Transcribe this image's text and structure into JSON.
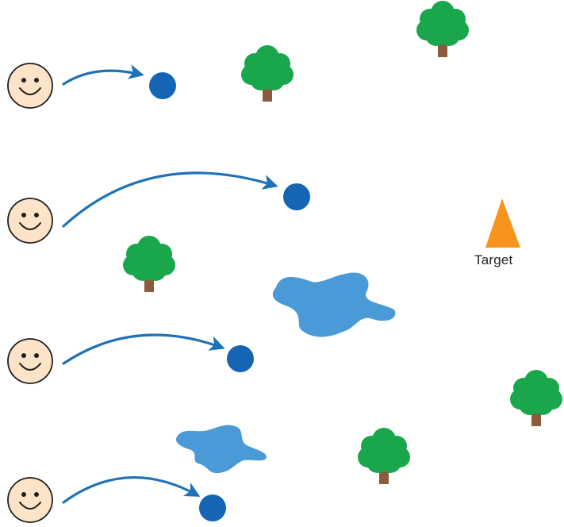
{
  "target": {
    "label": "Target"
  },
  "colors": {
    "face_fill": "#fde3c7",
    "face_stroke": "#1f1f1f",
    "arrow": "#1f72b8",
    "ball": "#1565b4",
    "tree_foliage": "#1aa64b",
    "tree_trunk": "#8c5a3c",
    "puddle": "#4a9ad8",
    "target_cone": "#f7941d"
  },
  "icons": {
    "person": "smiley-face-icon",
    "ball": "ball-icon",
    "tree": "tree-icon",
    "puddle": "puddle-icon",
    "target": "cone-icon"
  },
  "counts": {
    "people": 4,
    "balls": 4,
    "trees": 5,
    "puddles": 2
  }
}
